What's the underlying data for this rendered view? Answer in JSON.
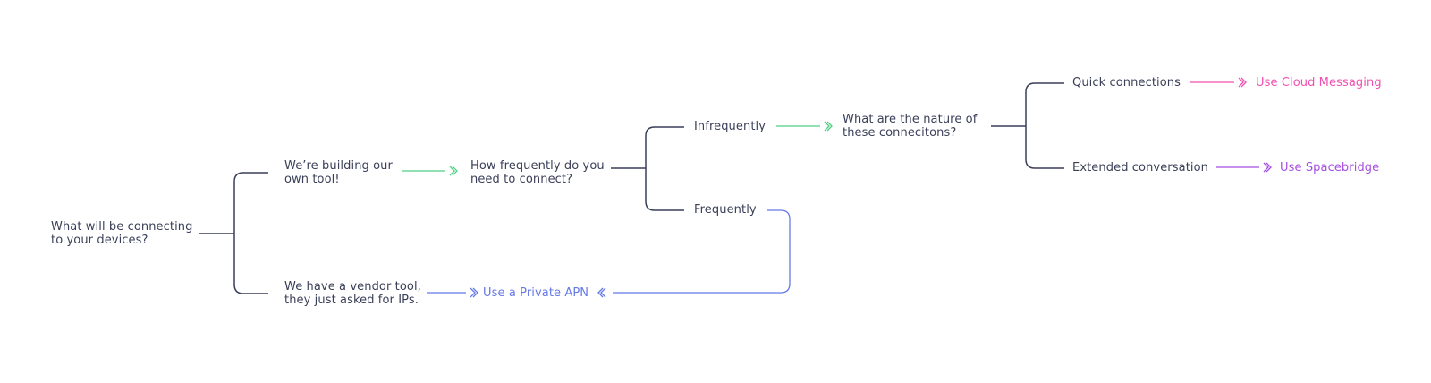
{
  "colors": {
    "node_text": "#3a3f58",
    "tree_lines": "#3a3f58",
    "green_arrow": "#4fcf84",
    "pink": "#f24fb0",
    "purple": "#a64ee0",
    "blue": "#6679e6"
  },
  "nodes": {
    "root": "What will be connecting\nto your devices?",
    "own_tool": "We’re building our\nown tool!",
    "vendor_tool": "We have a vendor tool,\nthey just asked for IPs.",
    "how_frequently": "How frequently do you\nneed to connect?",
    "infrequently": "Infrequently",
    "frequently": "Frequently",
    "nature": "What are the nature of\nthese connecitons?",
    "quick": "Quick connections",
    "extended": "Extended conversation"
  },
  "outcomes": {
    "cloud_messaging": "Use Cloud Messaging",
    "spacebridge": "Use Spacebridge",
    "private_apn": "Use a Private APN"
  }
}
